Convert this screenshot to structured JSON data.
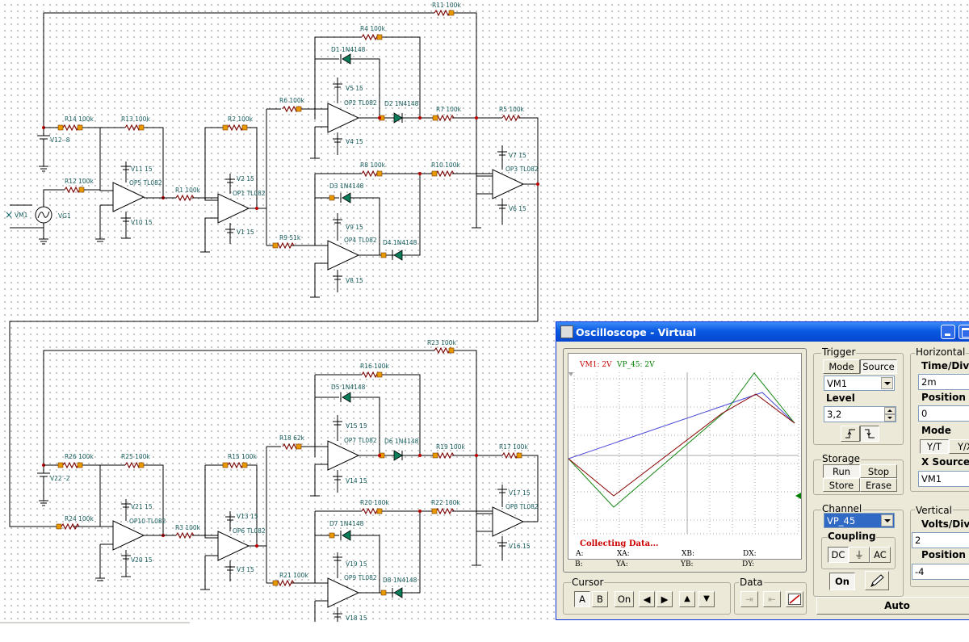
{
  "schematic": {
    "components": {
      "r11": "R11 100k",
      "r4": "R4 100k",
      "d1": "D1 1N4148",
      "v5": "V5 15",
      "op2": "OP2 TL082",
      "d2": "D2 1N4148",
      "r7": "R7 100k",
      "r5": "R5 100k",
      "r6": "R6 100k",
      "r14": "R14 100k",
      "r13": "R13 100k",
      "r2": "R2 100k",
      "v12": "V12 -8",
      "v11": "V11 15",
      "op5": "OP5 TL082",
      "v2": "V2 15",
      "op1": "OP1 TL082",
      "r1": "R1 100k",
      "r12": "R12 100k",
      "v10": "V10 15",
      "v1": "V1 15",
      "v4": "V4 15",
      "r8": "R8 100k",
      "r10": "R10 100k",
      "d3": "D3 1N4148",
      "v9": "V9 15",
      "op4": "OP4 TL082",
      "d4": "D4 1N4148",
      "r9": "R9 51k",
      "v8": "V8 15",
      "v7": "V7 15",
      "op3": "OP3 TL082",
      "v6": "V6 15",
      "vm1": "VM1",
      "vg1": "VG1",
      "r23": "R23 100k",
      "r16": "R16 100k",
      "d5": "D5 1N4148",
      "v15": "V15 15",
      "op7": "OP7 TL082",
      "d6": "D6 1N4148",
      "r18": "R18 62k",
      "r19": "R19 100k",
      "r17": "R17 100k",
      "r26": "R26 100k",
      "r25": "R25 100k",
      "r15": "R15 100k",
      "v22": "V22 -2",
      "v21": "V21 15",
      "op10": "OP10 TL082",
      "v13": "V13 15",
      "op6": "OP6 TL082",
      "r24": "R24 100k",
      "r3": "R3 100k",
      "v20": "V20 15",
      "v3": "V3 15",
      "v14": "V14 15",
      "r20": "R20 100k",
      "r22": "R22 100k",
      "d7": "D7 1N4148",
      "v19": "V19 15",
      "op9": "OP9 TL082",
      "d8": "D8 1N4148",
      "r21": "R21 100k",
      "v18": "V18 15",
      "v17": "V17 15",
      "op8": "OP8 TL082",
      "v16": "V16 15"
    }
  },
  "oscilloscope": {
    "title": "Oscilloscope - Virtual",
    "screen": {
      "channel_label_1": "VM1: 2V",
      "channel_label_2": "VP_45: 2V",
      "status": "Collecting Data...",
      "readouts": [
        "A:",
        "XA:",
        "XB:",
        "DX:",
        "B:",
        "YA:",
        "YB:",
        "DY:"
      ],
      "colors": {
        "ch1": "#4a4ad8",
        "ch2": "#1a8a1a",
        "ch3": "#8a0000",
        "status": "#cc0000"
      }
    },
    "trigger": {
      "title": "Trigger",
      "mode_label": "Mode",
      "source_label": "Source",
      "source_value": "VM1",
      "level_label": "Level",
      "level_value": "3,2",
      "edge_icons": [
        "rising-edge-icon",
        "falling-edge-icon"
      ]
    },
    "horizontal": {
      "title": "Horizontal",
      "timediv_label": "Time/Div",
      "timediv_value": "2m",
      "position_label": "Position",
      "position_value": "0",
      "mode_label": "Mode",
      "mode_yt": "Y/T",
      "mode_yx": "Y/X",
      "xsource_label": "X Source",
      "xsource_value": "VM1"
    },
    "storage": {
      "title": "Storage",
      "run": "Run",
      "stop": "Stop",
      "store": "Store",
      "erase": "Erase"
    },
    "channel": {
      "title": "Channel",
      "value": "VP_45",
      "coupling_title": "Coupling",
      "dc": "DC",
      "gnd": "⏚",
      "ac": "AC",
      "on": "On"
    },
    "vertical": {
      "title": "Vertical",
      "voltsdiv_label": "Volts/Div",
      "voltsdiv_value": "2",
      "position_label": "Position",
      "position_value": "-4"
    },
    "cursor": {
      "title": "Cursor",
      "a": "A",
      "b": "B",
      "on": "On"
    },
    "data": {
      "title": "Data"
    },
    "auto": "Auto"
  }
}
